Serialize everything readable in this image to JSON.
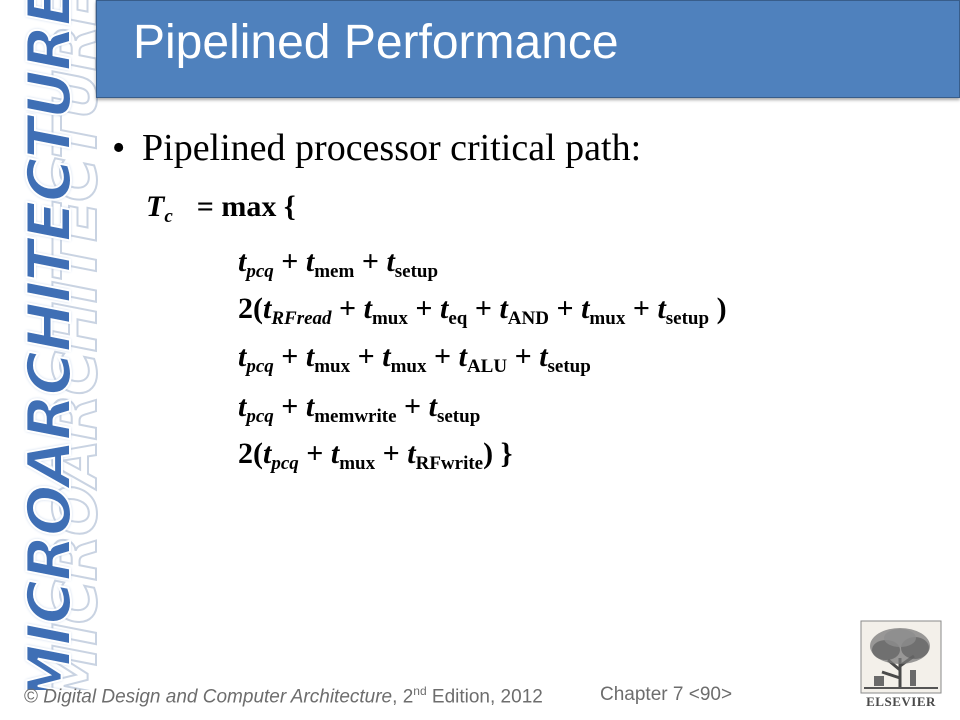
{
  "side_banner": {
    "text": "MICROARCHITECTURE"
  },
  "title": "Pipelined Performance",
  "bullet": {
    "symbol": "•",
    "text": "Pipelined processor critical path:"
  },
  "equation": {
    "lhs_var": "T",
    "lhs_sub": "c",
    "rhs": "= max {",
    "terms": [
      {
        "prefix": "",
        "parts": [
          {
            "v": "t",
            "s": "pcq",
            "si": true,
            "op": " + "
          },
          {
            "v": "t",
            "s": "mem",
            "si": false,
            "op": " + "
          },
          {
            "v": "t",
            "s": "setup",
            "si": false,
            "op": ""
          }
        ],
        "suffix": ""
      },
      {
        "prefix": "2(",
        "parts": [
          {
            "v": "t",
            "s": "RFread",
            "si": true,
            "op": " + "
          },
          {
            "v": "t",
            "s": "mux",
            "si": false,
            "op": " + "
          },
          {
            "v": "t",
            "s": "eq",
            "si": false,
            "op": " + "
          },
          {
            "v": "t",
            "s": "AND",
            "si": false,
            "op": " + "
          },
          {
            "v": "t",
            "s": "mux",
            "si": false,
            "op": " + "
          },
          {
            "v": "t",
            "s": "setup",
            "si": false,
            "op": " "
          }
        ],
        "suffix": ")"
      },
      {
        "prefix": "",
        "parts": [
          {
            "v": "t",
            "s": "pcq",
            "si": true,
            "op": " + "
          },
          {
            "v": "t",
            "s": "mux",
            "si": false,
            "op": " + "
          },
          {
            "v": "t",
            "s": "mux",
            "si": false,
            "op": " + "
          },
          {
            "v": "t",
            "s": "ALU",
            "si": false,
            "op": " + "
          },
          {
            "v": "t",
            "s": "setup",
            "si": false,
            "op": ""
          }
        ],
        "suffix": ""
      },
      {
        "prefix": "",
        "parts": [
          {
            "v": "t",
            "s": "pcq",
            "si": true,
            "op": " + "
          },
          {
            "v": "t",
            "s": "memwrite",
            "si": false,
            "op": " + "
          },
          {
            "v": "t",
            "s": "setup",
            "si": false,
            "op": ""
          }
        ],
        "suffix": ""
      },
      {
        "prefix": "2(",
        "parts": [
          {
            "v": "t",
            "s": "pcq",
            "si": true,
            "op": " + "
          },
          {
            "v": "t",
            "s": "mux",
            "si": false,
            "op": " + "
          },
          {
            "v": "t",
            "s": "RFwrite",
            "si": false,
            "op": ""
          }
        ],
        "suffix": ") }"
      }
    ]
  },
  "footer": {
    "copyright": "©",
    "book_title": "Digital Design and Computer Architecture",
    "edition_pre": ", 2",
    "edition_sup": "nd",
    "edition_post": " Edition, 2012",
    "chapter": "Chapter 7 <90>"
  },
  "logo": {
    "text": "ELSEVIER",
    "icon": "elsevier-tree-icon"
  },
  "colors": {
    "title_bar": "#4f81bd",
    "banner": "#3f6fb5",
    "footer_text": "#6d6d6d"
  }
}
